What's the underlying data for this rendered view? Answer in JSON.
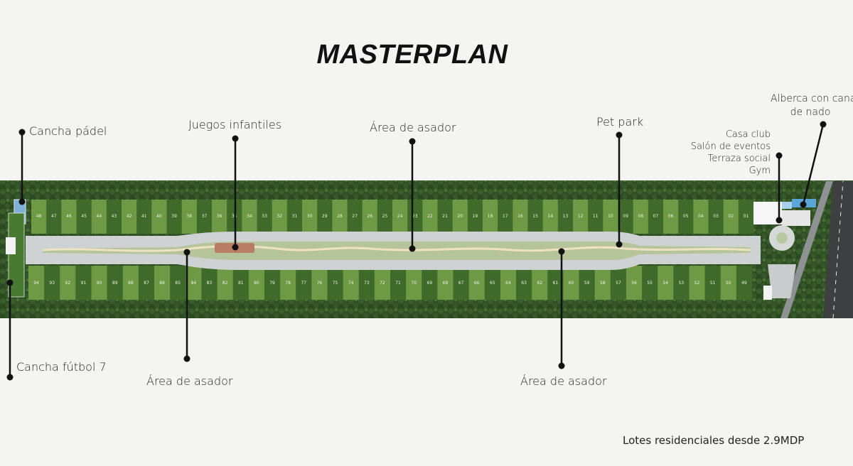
{
  "title": "MASTERPLAN",
  "footer": "Lotes residenciales desde 2.9MDP",
  "amenities": {
    "cancha_padel": "Cancha pádel",
    "juegos_infantiles": "Juegos infantiles",
    "area_asador_top": "Área de asador",
    "pet_park": "Pet park",
    "alberca_line1": "Alberca con canal",
    "alberca_line2": "de nado",
    "casa_club": "Casa club",
    "salon_eventos": "Salón de eventos",
    "terraza_social": "Terraza social",
    "gym": "Gym",
    "cancha_futbol": "Cancha fútbol 7",
    "area_asador_left": "Área de asador",
    "area_asador_right": "Área de asador"
  },
  "lots": {
    "top_row": [
      "48",
      "47",
      "46",
      "45",
      "44",
      "43",
      "42",
      "41",
      "40",
      "39",
      "38",
      "37",
      "36",
      "35",
      "34",
      "33",
      "32",
      "31",
      "30",
      "29",
      "28",
      "27",
      "26",
      "25",
      "24",
      "23",
      "22",
      "21",
      "20",
      "19",
      "18",
      "17",
      "16",
      "15",
      "14",
      "13",
      "12",
      "11",
      "10",
      "09",
      "08",
      "07",
      "06",
      "05",
      "04",
      "03",
      "02",
      "01"
    ],
    "bottom_row": [
      "94",
      "93",
      "92",
      "91",
      "90",
      "89",
      "88",
      "87",
      "86",
      "85",
      "84",
      "83",
      "82",
      "81",
      "80",
      "79",
      "78",
      "77",
      "76",
      "75",
      "74",
      "73",
      "72",
      "71",
      "70",
      "69",
      "68",
      "67",
      "66",
      "65",
      "64",
      "63",
      "62",
      "61",
      "60",
      "59",
      "58",
      "57",
      "56",
      "55",
      "54",
      "53",
      "52",
      "51",
      "50",
      "49"
    ]
  },
  "colors": {
    "trees": "#2c4a22",
    "lawn_light": "#6f9a45",
    "lawn_dark": "#3f6a2a",
    "road": "#cfd2d2",
    "path": "#e9dcc0",
    "pointer": "#111111"
  }
}
